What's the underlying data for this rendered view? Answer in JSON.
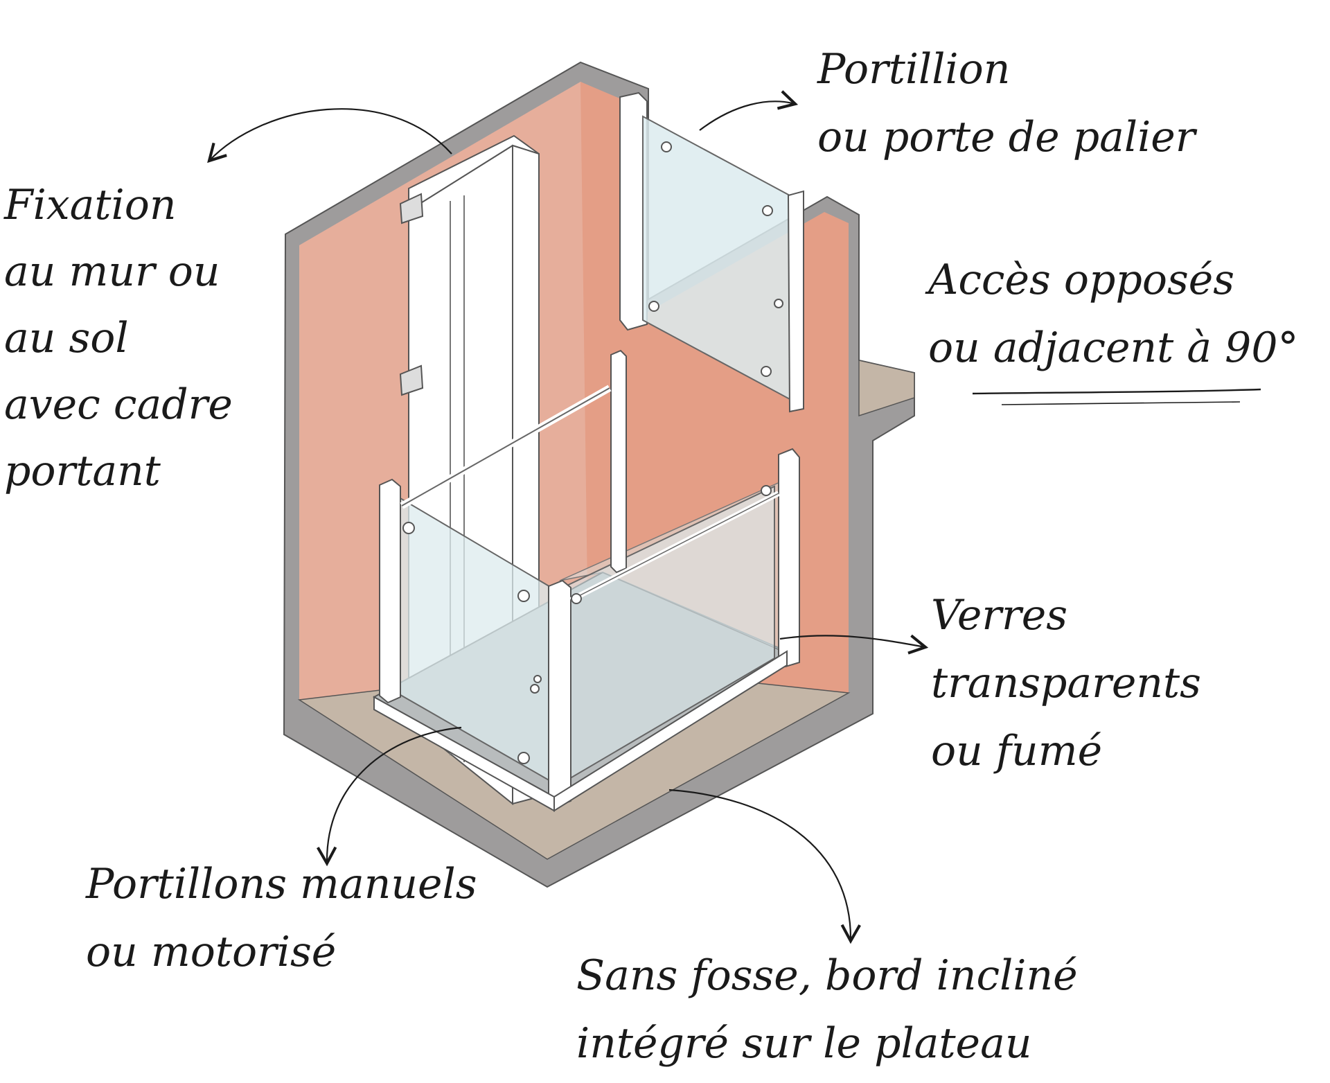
{
  "labels": {
    "fixation": [
      "Fixation",
      "au mur ou",
      "au sol",
      "avec cadre",
      "portant"
    ],
    "portillion": [
      "Portillion",
      "ou porte de palier"
    ],
    "acces": [
      "Accès opposés",
      "ou adjacent à 90°"
    ],
    "verres": [
      "Verres",
      "transparents",
      "ou fumé"
    ],
    "portillons": [
      "Portillons manuels",
      "ou motorisé"
    ],
    "sans_fosse": [
      "Sans fosse, bord incliné",
      "intégré sur le plateau"
    ]
  },
  "colors": {
    "wall_cut": "#9e9c9c",
    "wall_left": "#e6ae9b",
    "wall_right": "#e49e86",
    "floor": "#c4b6a7",
    "platform": "#b8bcbd",
    "glass": "#dcebee",
    "frame": "#ffffff",
    "ink": "#1a1a1a"
  }
}
